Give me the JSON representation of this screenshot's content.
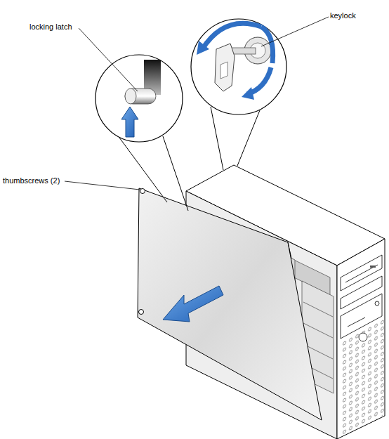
{
  "diagram": {
    "labels": [
      "locking latch",
      "keylock",
      "thumbscrews (2)"
    ]
  }
}
